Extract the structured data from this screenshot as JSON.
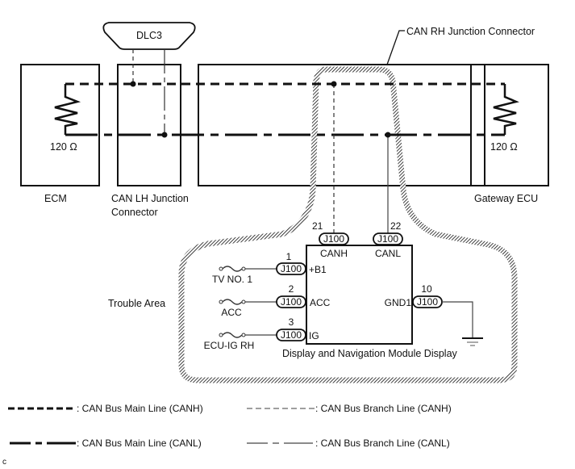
{
  "diagram": {
    "title_callout": "CAN RH Junction Connector",
    "components": {
      "dlc3": "DLC3",
      "ecm": "ECM",
      "can_lh_junction_line1": "CAN LH Junction",
      "can_lh_junction_line2": "Connector",
      "gateway_ecu": "Gateway ECU",
      "module": "Display and Navigation Module Display",
      "trouble_area": "Trouble Area"
    },
    "resistors": {
      "ecm": "120 Ω",
      "gateway": "120 Ω"
    },
    "connector_id": "J100",
    "pins": [
      {
        "num": "21",
        "name": "CANH",
        "connector": "J100"
      },
      {
        "num": "22",
        "name": "CANL",
        "connector": "J100"
      },
      {
        "num": "1",
        "name": "+B1",
        "connector": "J100",
        "source": "TV NO. 1"
      },
      {
        "num": "2",
        "name": "ACC",
        "connector": "J100",
        "source": "ACC"
      },
      {
        "num": "3",
        "name": "IG",
        "connector": "J100",
        "source": "ECU-IG RH"
      },
      {
        "num": "10",
        "name": "GND1",
        "connector": "J100"
      }
    ]
  },
  "legend": [
    {
      "style": "main-canh",
      "label": ": CAN Bus Main Line (CANH)"
    },
    {
      "style": "branch-canh",
      "label": ": CAN Bus Branch Line (CANH)"
    },
    {
      "style": "main-canl",
      "label": ": CAN Bus Main Line (CANL)"
    },
    {
      "style": "branch-canl",
      "label": ": CAN Bus Branch Line (CANL)"
    }
  ],
  "footer_code": "c"
}
